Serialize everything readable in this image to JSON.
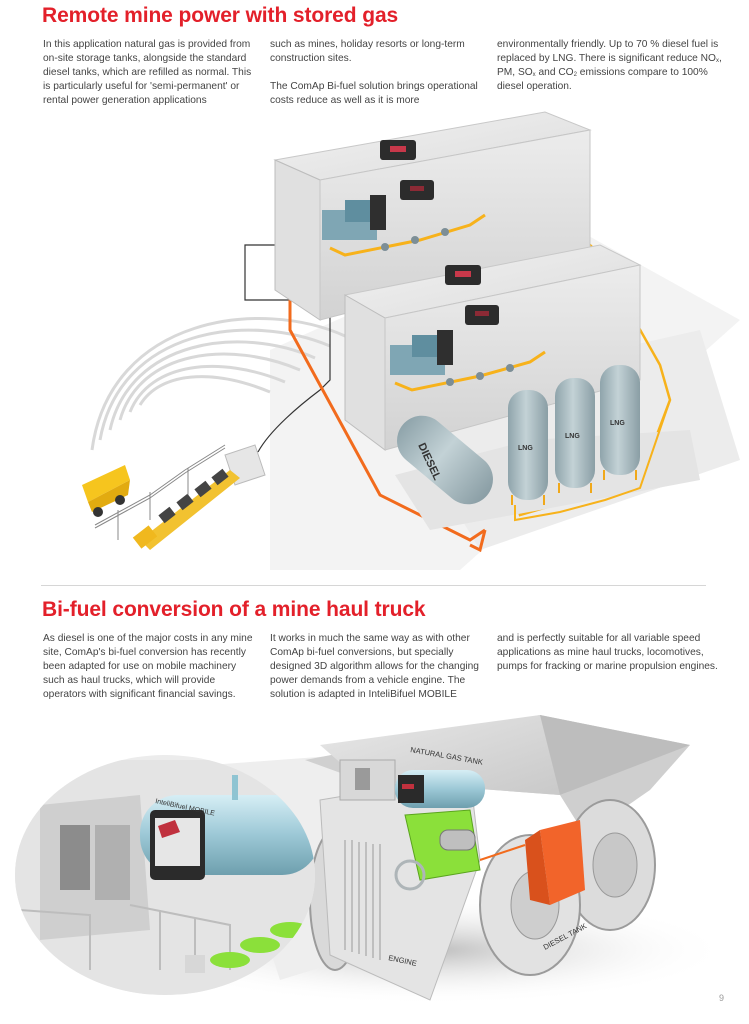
{
  "section1": {
    "title": "Remote mine power with stored gas",
    "col1": [
      "In this application natural gas is provided from on-site storage tanks, alongside the standard diesel tanks, which are refilled as normal. This is particularly useful for 'semi-permanent' or rental power generation applications"
    ],
    "col2": [
      "such as mines, holiday resorts or long-term construction sites.",
      "The ComAp Bi-fuel solution brings operational costs reduce as well as it is more"
    ],
    "col3": {
      "before": "environmentally friendly. Up to 70 % diesel fuel is replaced by LNG. There is significant reduce ",
      "no": "NO",
      "no_sub": "x",
      "pm": ", PM, SO",
      "so_sub": "x",
      "and": " and CO",
      "co_sub": "2",
      "after": " emissions compare to 100% diesel operation."
    },
    "illustration": {
      "diesel_label": "DIESEL",
      "lng_label": "LNG"
    }
  },
  "section2": {
    "title": "Bi-fuel conversion of a mine haul truck",
    "col1": [
      "As diesel is one of the major costs in any mine site, ComAp's bi-fuel conversion has recently been adapted for use on mobile machinery such as haul trucks, which will provide operators with significant financial savings."
    ],
    "col2": [
      "It works in much the same way as with other ComAp bi-fuel conversions, but specially designed 3D algorithm allows for the changing power demands from a vehicle engine. The solution is adapted in InteliBifuel MOBILE"
    ],
    "col3": [
      "and is perfectly suitable for all variable speed applications as mine haul trucks, locomotives, pumps for fracking or marine propulsion engines."
    ],
    "illustration": {
      "natural_gas_tank": "NATURAL GAS TANK",
      "intelibifuel": "InteliBifuel MOBILE",
      "engine": "ENGINE",
      "diesel_tank": "DIESEL TANK"
    }
  },
  "page_number": "9",
  "colors": {
    "accent": "#e3202a",
    "diesel_pipe": "#f26b1d",
    "gas_pipe": "#f7b21b",
    "tank": "#a9bcc2",
    "engine_green": "#8be03a"
  }
}
